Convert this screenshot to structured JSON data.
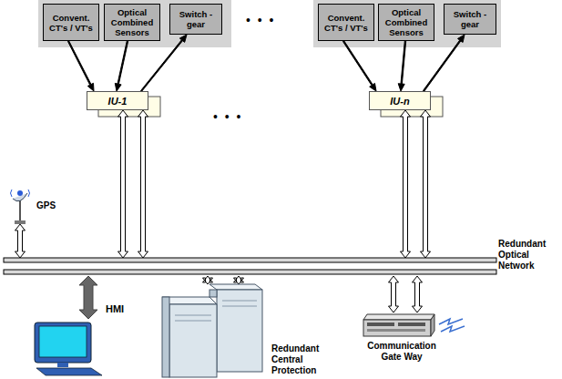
{
  "diagram": {
    "nodes": [
      {
        "text": [
          "Convent. CT's / VT's"
        ]
      },
      {
        "text": [
          "Optical Combined Sensors"
        ]
      },
      {
        "text": [
          "Switch -gear"
        ]
      },
      {
        "text": [
          "IU-1"
        ]
      },
      {
        "text": [
          "Convent. CT's / VT's"
        ]
      },
      {
        "text": [
          "Optical Combined Sensors"
        ]
      },
      {
        "text": [
          "Switch -gear"
        ]
      },
      {
        "text": [
          "IU-n"
        ]
      },
      {
        "text": [
          "GPS"
        ]
      },
      {
        "text": [
          "Redundant Optical Network"
        ]
      },
      {
        "text": [
          "HMI"
        ]
      },
      {
        "text": [
          "Redundant Central Protection"
        ]
      },
      {
        "text": [
          "Communication Gate Way"
        ]
      }
    ],
    "edges": [
      {
        "from": 0,
        "to": 3,
        "arrow": "to"
      },
      {
        "from": 1,
        "to": 3,
        "arrow": "to"
      },
      {
        "from": 3,
        "to": 2,
        "arrow": "to"
      },
      {
        "from": 4,
        "to": 7,
        "arrow": "to"
      },
      {
        "from": 5,
        "to": 7,
        "arrow": "to"
      },
      {
        "from": 7,
        "to": 6,
        "arrow": "to"
      },
      {
        "from": 3,
        "to": 9,
        "arrow": "both"
      },
      {
        "from": 3,
        "to": 9,
        "arrow": "both"
      },
      {
        "from": 7,
        "to": 9,
        "arrow": "both"
      },
      {
        "from": 7,
        "to": 9,
        "arrow": "both"
      },
      {
        "from": 8,
        "to": 9,
        "arrow": "both"
      },
      {
        "from": 10,
        "to": 9,
        "arrow": "both"
      },
      {
        "from": 11,
        "to": 9,
        "arrow": "both"
      },
      {
        "from": 11,
        "to": 9,
        "arrow": "both"
      },
      {
        "from": 12,
        "to": 9,
        "arrow": "both"
      },
      {
        "from": 12,
        "to": 9,
        "arrow": "both"
      }
    ],
    "labels": [
      "• • •",
      "• • •"
    ]
  }
}
